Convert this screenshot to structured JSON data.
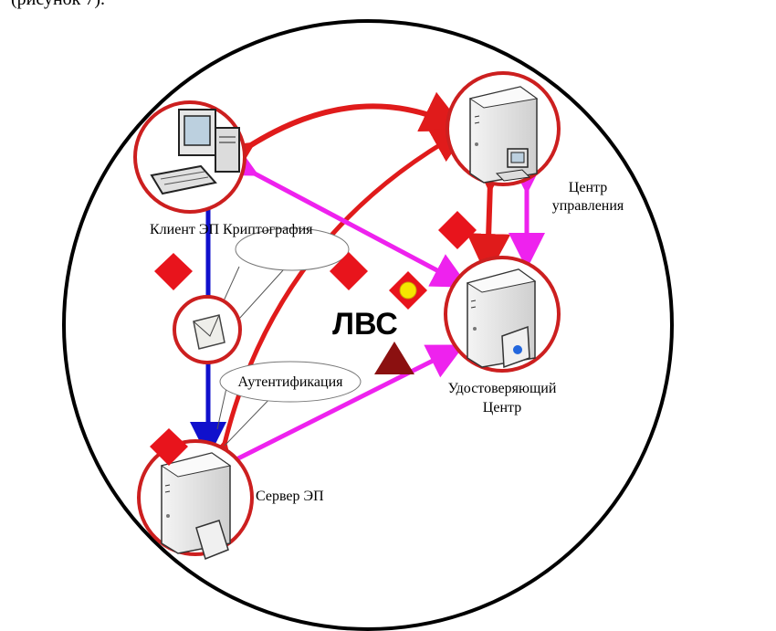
{
  "caption": "(рисунок 7).",
  "lan_label": "ЛВС",
  "nodes": {
    "client": "Клиент ЭП Криптография",
    "control_center_line1": "Центр",
    "control_center_line2": "управления",
    "cert_center_line1": "Удостоверяющий",
    "cert_center_line2": "Центр",
    "server": "Сервер ЭП"
  },
  "callouts": {
    "authentication": "Аутентификация"
  },
  "colors": {
    "ring": "#cc1f1f",
    "red_arrow": "#e01b1b",
    "magenta_arrow": "#ee22ee",
    "blue_arrow": "#1010cc",
    "diamond": "#e8141c",
    "triangle": "#8b1010",
    "yellow_dot": "#f5e600"
  }
}
